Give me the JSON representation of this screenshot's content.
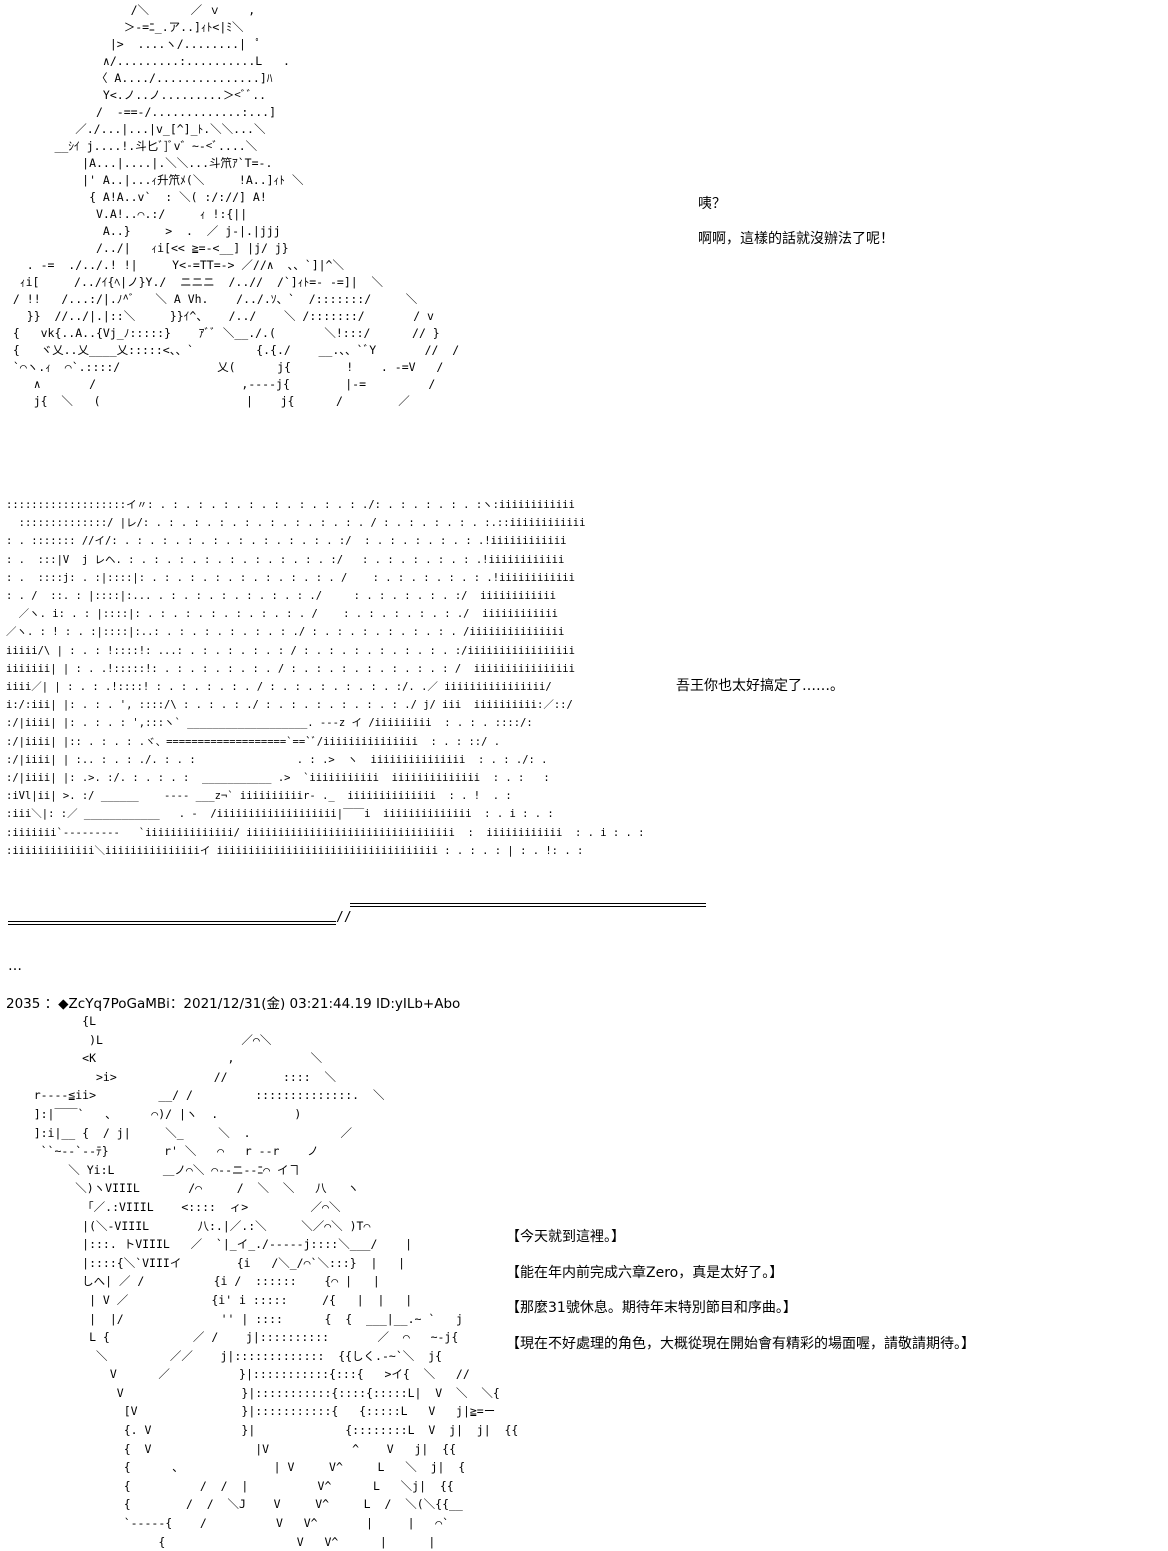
{
  "dialogue_top": {
    "line1": "咦？",
    "line2": "啊啊，這樣的話就沒辦法了呢！"
  },
  "dialogue_middle": {
    "line1": "吾王你也太好搞定了……。"
  },
  "ellipsis": "…",
  "post_header": "2035 ：◆ZcYq7PoGaMBi：2021/12/31(金) 03:21:44.19 ID:yILb+Abo",
  "dialogue_bottom": {
    "line1": "【今天就到這裡。】",
    "line2": "【能在年内前完成六章Zero，真是太好了。】",
    "line3": "【那麼31號休息。期待年末特別節目和序曲。】",
    "line4": "【現在不好處理的角色，大概從現在開始會有精彩的場面喔，請敬請期待。】"
  },
  "separator_slash": "//",
  "art_top": [
    "                  /＼      ／ ｖ    ,",
    "                 ＞-=ﾆ_.ア..]ｨﾄ<|ﾐ＼",
    "               |>  ....ヽ/........|  ﾟ",
    "              ∧/.........:..........L   .",
    "             〈 A..../...............]ﾊ",
    "              Y<.ノ..ノ.........＞<ﾞﾞ..",
    "             /  -==-/.............:...]",
    "          ／./...|...|v_[^]_ﾄ.＼＼...＼",
    "       __ｼｲ j....!.斗匕ﾞ]ﾞv゛~-<ﾞ....＼",
    "           |A...|....|.＼＼...斗笊ｱ`T=-.",
    "           |' A..|...ｨ升笊ﾒ(＼     !A..]ｨﾄ ＼",
    "            { A!A..v`  : ＼( :/://] A!",
    "             V.A!..⌒.:/     ｨ !:{||",
    "              A..}     >  .  ／ j-|.|jjj",
    "             /../|   ｨi[<< ≧=-<__] |j/ j}",
    "   . -=  ./../.! !|     Y<-=TT=-> ／//∧  、、`]|^＼",
    "  ｨi[     /../ｲ{ﾍ|ノ}Y./  ニニニ  /..//  /`]ｨﾄ=- -=]|  ＼",
    " / !!   /...:/|.ﾉ^ﾞ   ＼ A Vh.    /../.ｿ、`  /:::::::/     ＼",
    "   }}  //../|.|::＼     }}ｲ^、   /../    ＼ /:::::::/       / v",
    " {   vk{..A..{Vj_ﾉ:::::}    ｱﾞﾞ ＼__./.(       ＼!:::/      // }",
    " {   ヾ乂..乂____乂:::::<、、`         {.{./    __.、、`ﾞY       //  /",
    " `⌒ヽ.ｨ  ⌒`.::::/              乂(      j{        !    . -=V   /",
    "    ∧       /                     ,----j{        |-=         /",
    "    j{  ＼   (                     |    j{      /        ／"
  ],
  "art_middle": [
    ":::::::::::::::::::イ〃: . : . : . : . : . : . : . : . : ./: . : . : . : . :ヽ:iiiiiiiiiiii",
    "  ::::::::::::::/ |レ/: . : . : . : . : . : . : . : . : . / : . : . : . : . :.::iiiiiiiiiiii",
    ": . ::::::: //イ/: . : . : . : . : . : . : . : . : . :/  : . : . : . : . : .!iiiiiiiiiiii",
    ": .  :::|V  j レヘ. : . : . : . : . : . : . : . : . :/   : . : . : . : . : .!iiiiiiiiiiii",
    ": .  ::::j: . :|::::|: . : . : . : . : . : . : . : . /    : . : . : . : . : .!iiiiiiiiiiii",
    ": . /  ::. : |::::|:... . : . : . : . : . : . : ./     : . : . : . : . :/  iiiiiiiiiiii",
    "  ／ヽ. i: . : |::::|: . : . : . : . : . : . : . /    : . : . : . : . : ./  iiiiiiiiiiii",
    "／ヽ. : ! : . :|::::|:..: . : . : . : . : . : ./ : . : . : . : . : . : . /iiiiiiiiiiiiiii",
    "iiiii/\\ | : . : !::::!: ...: . : . : . : . : / : . : . : . : . : . : . :/iiiiiiiiiiiiiiiii",
    "iiiiiii| | : . .!:::::!: . : . : . : . : . / : . : . : . : . : . : . : /  iiiiiiiiiiiiiiii",
    "iiii／| | : . : .!::::! : . : . : . : . / : . : . : . : . : . :/. .／ iiiiiiiiiiiiiiii/",
    "i:/:iii| |: . : . ', ::::/\\ : . : . : ./ : . : . : . : . : . : ./ j/ iii  iiiiiiiiii:／::/",
    ":/|iiii| |: . : . : ',:::ヽ` ___________________. ---z イ /iiiiiiiii  : . : . ::::/:",
    ":/|iiii| |:: . : . : .ヾ、===================`==`ﾞ/iiiiiiiiiiiiiii  : . : ::/ .",
    ":/|iiii| | :.. : . : ./. : . :                . : .>  ヽ  iiiiiiiiiiiiiii  : . : ./: .",
    ":/|iiii| |: .>. :/. : . : . :  ___________ .>  `iiiiiiiiiii  iiiiiiiiiiiiii  : . :   :",
    ":iVl|ii| >. :/ ______    ---- ___z¬` iiiiiiiiiir- ._  iiiiiiiiiiiiii  : . !  . :",
    ":iii＼|: :／ ____________   . -  /iiiiiiiiiiiiiiiiiii|￣￣i  iiiiiiiiiiiiii  : . i : . :",
    ":iiiiiii`---------   `iiiiiiiiiiiiii/ iiiiiiiiiiiiiiiiiiiiiiiiiiiiiiiii  :  iiiiiiiiiiii  : . i : . :",
    ":iiiiiiiiiiiii＼iiiiiiiiiiiiiiiイ iiiiiiiiiiiiiiiiiiiiiiiiiiiiiiiiiii : . : . : | : . !: . :"
  ],
  "art_bottom": [
    "           {L",
    "            )L                    ／⌒＼",
    "           <K                   ,           ＼",
    "             >i>              //        ::::  ＼",
    "    r----≦ii>         __/ /         ::::::::::::::.  ＼",
    "    ]:|￣￣`   、     ⌒)/ |ヽ  .           )",
    "    ]:i|__ {  / j|     ＼_     ＼  .             ／",
    "     ``~--`--ﾃ}        r' ＼   ⌒   r --r    ノ",
    "         ＼ Yi:L       ＿ノ⌒＼ ⌒--ニ--ﾆ⌒ イヿ",
    "          ＼)ヽVIIIL       /⌒     /  ＼  ＼   八   ヽ",
    "           「／.:VIIIL    <::::  ィ>         ／⌒＼",
    "           |(＼-VIIIL       八:.|／.:＼     ＼／⌒＼ )T⌒",
    "           |:::. トVIIIL   ／  `|_イ_./-----j::::＼___/    |",
    "           |::::{＼`VIIIイ        {i   /＼_/⌒`＼:::}  |   |",
    "           しへ| ／ /          {i /  ::::::    {⌒ |   |",
    "            | V ／            {i' i :::::     /{   |  |   |",
    "            |  |/              '' | ::::      {  {  ___|__.~ `   j",
    "            L {            ／ /    j|::::::::::       ／  ⌒   ~-j{",
    "             ＼         ／／    j|:::::::::::::  {{しく.-~`＼  j{",
    "               V      ／          }|:::::::::::{:::{   >イ{  ＼   //",
    "                V                 }|:::::::::::{::::{:::::L|  V  ＼  ＼{",
    "                 [V               }|:::::::::::{   {:::::L   V   j|≧=ー",
    "                 {. V             }|             {::::::::L  V  j|  j|  {{",
    "                 {  V               |V            ^    V   j|  {{",
    "                 {      、             | V     V^     L   ＼  j|  {",
    "                 {          /  /  |          V^      L   ＼j|  {{",
    "                 {        /  /  ＼J    V     V^     L  /  ＼(＼{{__",
    "                 `-----{    /          V   V^       |     |   ⌒`",
    "                      {                   V   V^      |      |"
  ]
}
